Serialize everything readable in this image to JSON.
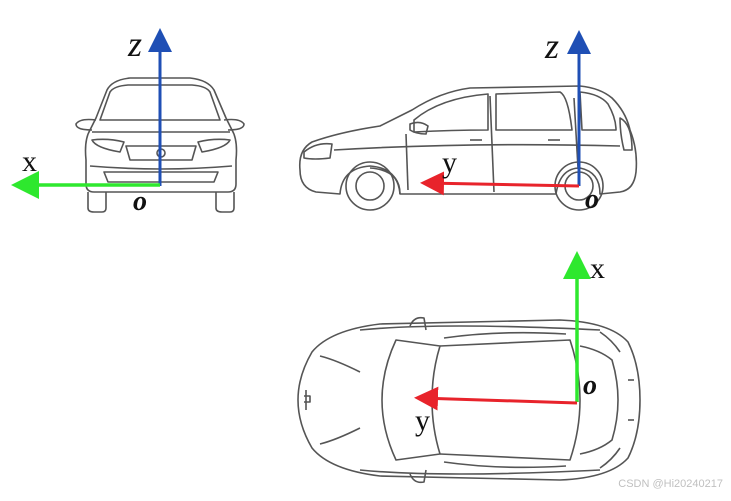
{
  "front_view": {
    "z_label": "z",
    "x_label": "x",
    "origin_label": "o"
  },
  "side_view": {
    "z_label": "z",
    "y_label": "y",
    "origin_label": "o"
  },
  "top_view": {
    "x_label": "x",
    "y_label": "y",
    "origin_label": "o"
  },
  "colors": {
    "x_axis": "#2ee82e",
    "y_axis": "#e8232b",
    "z_axis": "#1f4fb5",
    "car_line": "#555555"
  },
  "watermark": "CSDN @Hi20240217"
}
